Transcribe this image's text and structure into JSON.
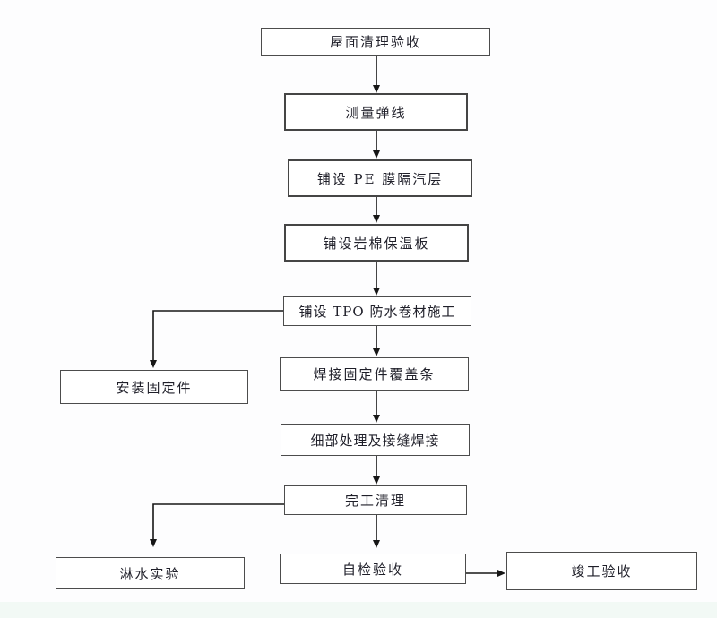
{
  "diagram": {
    "type": "flowchart",
    "language": "zh-CN",
    "nodes": [
      {
        "id": "roof-cleaning-acceptance",
        "label": "屋面清理验收"
      },
      {
        "id": "measure-snap-lines",
        "label": "测量弹线"
      },
      {
        "id": "pe-film-vapor-barrier",
        "label": "铺设 PE 膜隔汽层"
      },
      {
        "id": "rock-wool-insulation",
        "label": "铺设岩棉保温板"
      },
      {
        "id": "tpo-membrane-installation",
        "label": "铺设 TPO 防水卷材施工"
      },
      {
        "id": "weld-fixing-cover-strips",
        "label": "焊接固定件覆盖条"
      },
      {
        "id": "detail-and-seam-welding",
        "label": "细部处理及接缝焊接"
      },
      {
        "id": "completion-cleanup",
        "label": "完工清理"
      },
      {
        "id": "self-inspection-acceptance",
        "label": "自检验收"
      },
      {
        "id": "install-fixings",
        "label": "安装固定件"
      },
      {
        "id": "water-spray-test",
        "label": "淋水实验"
      },
      {
        "id": "final-completion-acceptance",
        "label": "竣工验收"
      }
    ],
    "edges": [
      {
        "from": "roof-cleaning-acceptance",
        "to": "measure-snap-lines"
      },
      {
        "from": "measure-snap-lines",
        "to": "pe-film-vapor-barrier"
      },
      {
        "from": "pe-film-vapor-barrier",
        "to": "rock-wool-insulation"
      },
      {
        "from": "rock-wool-insulation",
        "to": "tpo-membrane-installation"
      },
      {
        "from": "tpo-membrane-installation",
        "to": "install-fixings"
      },
      {
        "from": "tpo-membrane-installation",
        "to": "weld-fixing-cover-strips"
      },
      {
        "from": "weld-fixing-cover-strips",
        "to": "detail-and-seam-welding"
      },
      {
        "from": "detail-and-seam-welding",
        "to": "completion-cleanup"
      },
      {
        "from": "completion-cleanup",
        "to": "water-spray-test"
      },
      {
        "from": "completion-cleanup",
        "to": "self-inspection-acceptance"
      },
      {
        "from": "self-inspection-acceptance",
        "to": "final-completion-acceptance"
      }
    ],
    "colors": {
      "box_border": "#4c4c4c",
      "arrow_line": "#161616",
      "text": "#1f1f29",
      "background": "#fdfdfe",
      "bottom_tint": "#f2f9f5"
    }
  }
}
